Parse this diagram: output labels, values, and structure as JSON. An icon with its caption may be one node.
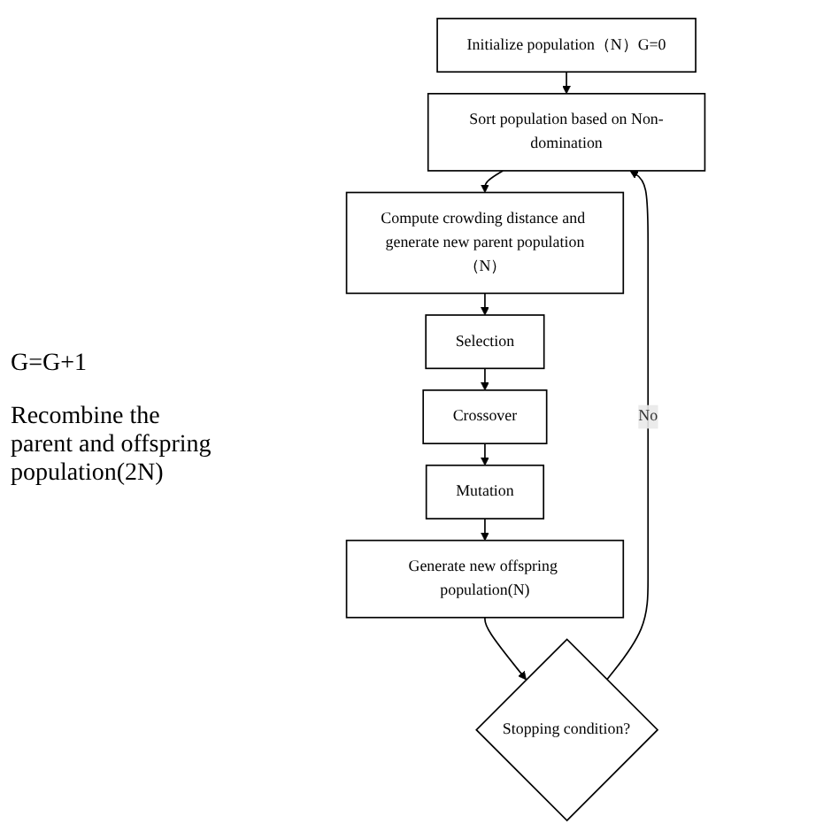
{
  "diagram": {
    "nodes": [
      {
        "text": [
          "Initialize population（N）G=0"
        ]
      },
      {
        "text": [
          "Sort population based on Non-domination"
        ]
      },
      {
        "text": [
          "Compute crowding distance and generate new parent population（N）"
        ]
      },
      {
        "text": [
          "Selection"
        ]
      },
      {
        "text": [
          "Crossover"
        ]
      },
      {
        "text": [
          "Mutation"
        ]
      },
      {
        "text": [
          "Generate new offspring population(N)"
        ]
      },
      {
        "text": [
          "Stopping condition?"
        ]
      }
    ],
    "edges": [
      {
        "from": 0,
        "to": 1,
        "arrow": "to"
      },
      {
        "from": 1,
        "to": 2,
        "arrow": "to"
      },
      {
        "from": 2,
        "to": 3,
        "arrow": "to"
      },
      {
        "from": 3,
        "to": 4,
        "arrow": "to"
      },
      {
        "from": 4,
        "to": 5,
        "arrow": "to"
      },
      {
        "from": 5,
        "to": 6,
        "arrow": "to"
      },
      {
        "from": 6,
        "to": 7,
        "arrow": "to"
      },
      {
        "from": 7,
        "to": 1,
        "arrow": "to",
        "label": "No"
      }
    ],
    "labels": [
      "G=G+1",
      "Recombine the parent and offspring population(2N)"
    ]
  }
}
